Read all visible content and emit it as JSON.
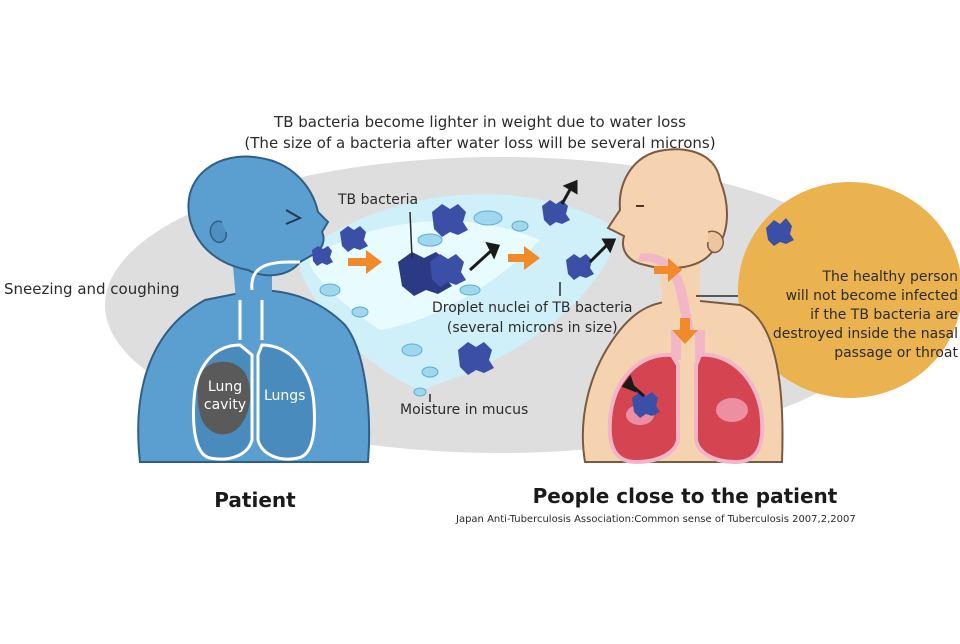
{
  "labels": {
    "top_caption_line1": "TB bacteria become lighter in weight due to water loss",
    "top_caption_line2": "(The size of a bacteria after water loss will be several microns)",
    "sneezing": "Sneezing and coughing",
    "tb_bacteria": "TB bacteria",
    "droplet_line1": "Droplet nuclei of TB bacteria",
    "droplet_line2": "(several microns in size)",
    "moisture": "Moisture in mucus",
    "healthy_line1": "The healthy person",
    "healthy_line2": "will not become infected",
    "healthy_line3": "if the TB bacteria are",
    "healthy_line4": "destroyed inside the nasal",
    "healthy_line5": "passage or throat",
    "lung_line1": "Lung",
    "lung_line2": "cavity",
    "lungs": "Lungs",
    "patient": "Patient",
    "people_close": "People close to the patient",
    "source": "Japan Anti-Tuberculosis Association:Common sense of Tuberculosis 2007,2,2007"
  },
  "icons": [
    "patient-figure",
    "healthy-person-figure",
    "tb-bacteria-icon",
    "water-droplet-icon",
    "airflow-arrow-icon",
    "lungs-icon"
  ],
  "colors": {
    "patient_blue": "#5b9fd1",
    "patient_outline": "#2f5f86",
    "skin": "#f5d3b0",
    "ellipse_gray": "#dcdcdc",
    "orange_oval": "#eab14c",
    "spray_cyan": "#c6f0fa",
    "arrow_orange": "#f08a2a",
    "bacteria_blue": "#3c4fa6",
    "lung_red": "#d44451",
    "lung_pink": "#f3b6c6"
  }
}
